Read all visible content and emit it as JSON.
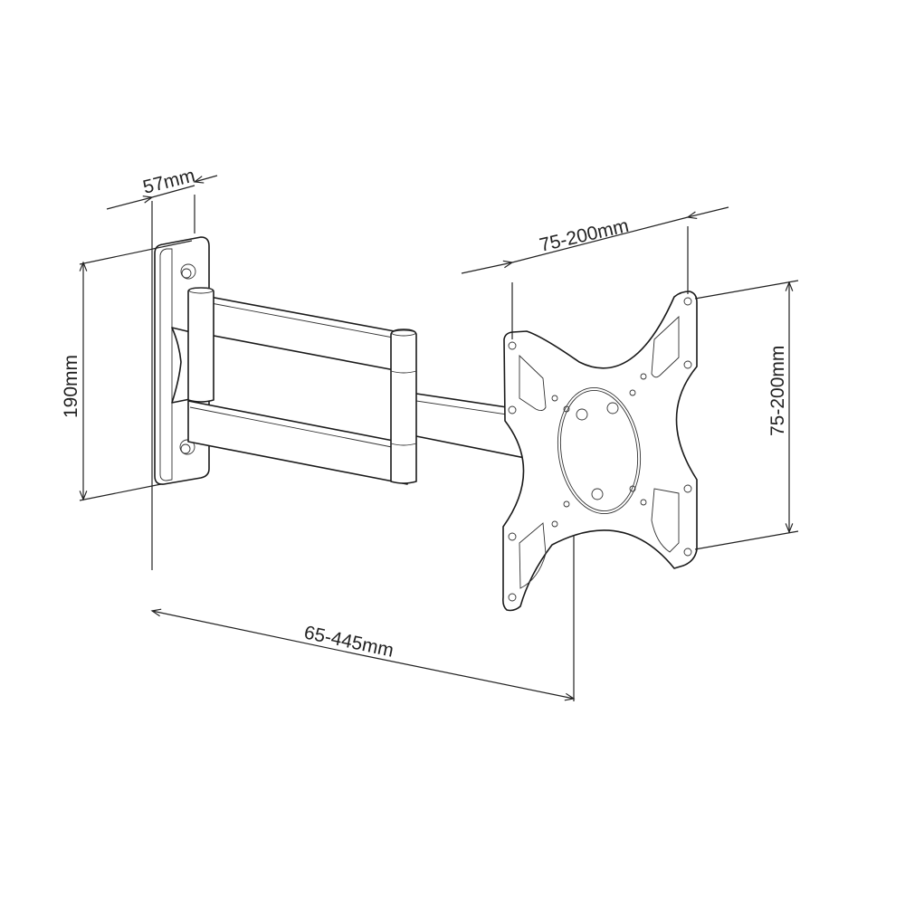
{
  "dimensions": {
    "bracket_depth": "57mm",
    "wall_plate_height": "190mm",
    "vesa_horizontal": "75-200mm",
    "vesa_vertical": "75-200mm",
    "extension_range": "65-445mm"
  },
  "colors": {
    "line": "#222222",
    "background": "#ffffff"
  }
}
